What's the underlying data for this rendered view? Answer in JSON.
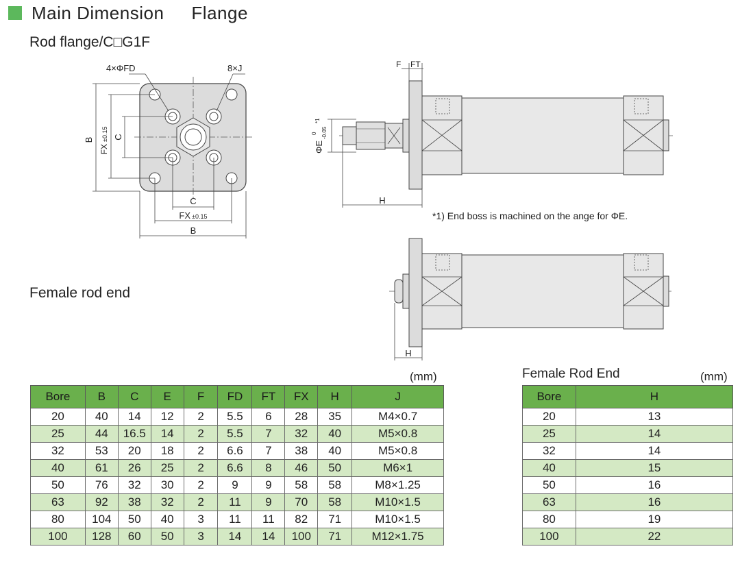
{
  "header": {
    "title": "Main Dimension",
    "title2": "Flange"
  },
  "subtitle": "Rod flange/C□G1F",
  "female_label": "Female rod end",
  "front_view": {
    "label_4fd": "4×ΦFD",
    "label_8j": "8×J",
    "label_b": "B",
    "label_fx": "FX",
    "label_fx_tol": "±0.15",
    "label_c": "C"
  },
  "side_view": {
    "label_f": "F",
    "label_ft": "FT",
    "label_h": "H",
    "label_phie": "ΦE",
    "label_phie_tol_top": "0",
    "label_phie_tol_bottom": "-0.05",
    "label_star": "*1"
  },
  "note": "*1) End boss is machined on the ange for ΦE.",
  "female_view": {
    "label_h": "H"
  },
  "main_table": {
    "unit": "(mm)",
    "headers": [
      "Bore",
      "B",
      "C",
      "E",
      "F",
      "FD",
      "FT",
      "FX",
      "H",
      "J"
    ],
    "rows": [
      [
        "20",
        "40",
        "14",
        "12",
        "2",
        "5.5",
        "6",
        "28",
        "35",
        "M4×0.7"
      ],
      [
        "25",
        "44",
        "16.5",
        "14",
        "2",
        "5.5",
        "7",
        "32",
        "40",
        "M5×0.8"
      ],
      [
        "32",
        "53",
        "20",
        "18",
        "2",
        "6.6",
        "7",
        "38",
        "40",
        "M5×0.8"
      ],
      [
        "40",
        "61",
        "26",
        "25",
        "2",
        "6.6",
        "8",
        "46",
        "50",
        "M6×1"
      ],
      [
        "50",
        "76",
        "32",
        "30",
        "2",
        "9",
        "9",
        "58",
        "58",
        "M8×1.25"
      ],
      [
        "63",
        "92",
        "38",
        "32",
        "2",
        "11",
        "9",
        "70",
        "58",
        "M10×1.5"
      ],
      [
        "80",
        "104",
        "50",
        "40",
        "3",
        "11",
        "11",
        "82",
        "71",
        "M10×1.5"
      ],
      [
        "100",
        "128",
        "60",
        "50",
        "3",
        "14",
        "14",
        "100",
        "71",
        "M12×1.75"
      ]
    ]
  },
  "female_table": {
    "title": "Female Rod End",
    "unit": "(mm)",
    "headers": [
      "Bore",
      "H"
    ],
    "rows": [
      [
        "20",
        "13"
      ],
      [
        "25",
        "14"
      ],
      [
        "32",
        "14"
      ],
      [
        "40",
        "15"
      ],
      [
        "50",
        "16"
      ],
      [
        "63",
        "16"
      ],
      [
        "80",
        "19"
      ],
      [
        "100",
        "22"
      ]
    ]
  },
  "colors": {
    "header_green": "#6ab04c",
    "row_green": "#d4e9c4",
    "square_green": "#5cb85c",
    "part_fill": "#dcdcdc"
  }
}
